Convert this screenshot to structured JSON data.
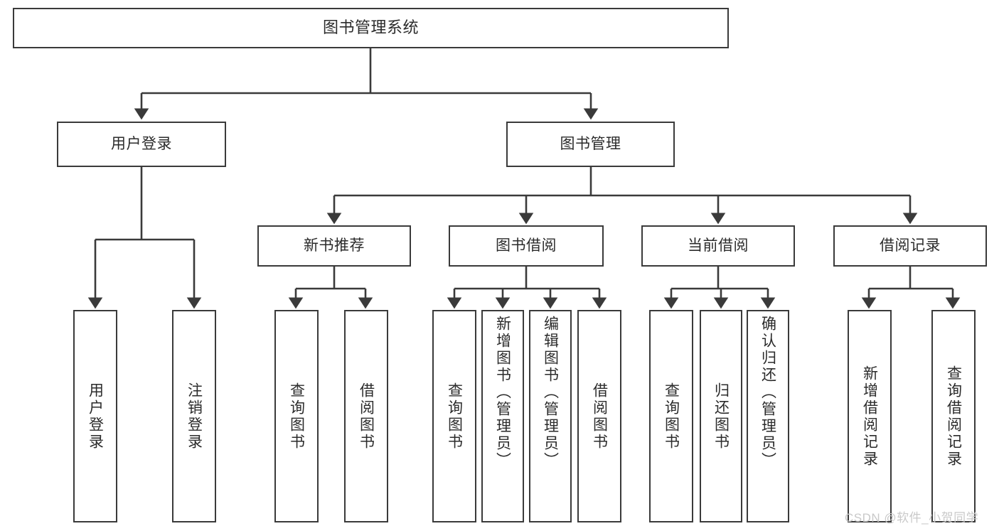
{
  "diagram": {
    "title": "图书管理系统",
    "type": "tree-hierarchy",
    "stroke_color": "#3a3a3a",
    "background_color": "#ffffff",
    "text_color": "#2b2b2b"
  },
  "root": {
    "label": "图书管理系统"
  },
  "level2": [
    {
      "label": "用户登录"
    },
    {
      "label": "图书管理"
    }
  ],
  "level3": [
    {
      "label": "新书推荐"
    },
    {
      "label": "图书借阅"
    },
    {
      "label": "当前借阅"
    },
    {
      "label": "借阅记录"
    }
  ],
  "leaves": {
    "user_login": [
      {
        "label": "用户登录"
      },
      {
        "label": "注销登录"
      }
    ],
    "new_book_recommend": [
      {
        "label": "查询图书"
      },
      {
        "label": "借阅图书"
      }
    ],
    "book_borrow": [
      {
        "label": "查询图书"
      },
      {
        "label": "新增图书（管理员）"
      },
      {
        "label": "编辑图书（管理员）"
      },
      {
        "label": "借阅图书"
      }
    ],
    "current_borrow": [
      {
        "label": "查询图书"
      },
      {
        "label": "归还图书"
      },
      {
        "label": "确认归还（管理员）"
      }
    ],
    "borrow_record": [
      {
        "label": "新增借阅记录"
      },
      {
        "label": "查询借阅记录"
      }
    ]
  },
  "watermark": {
    "text": "CSDN @软件_小贺同学",
    "color": "#c9c9c9"
  }
}
